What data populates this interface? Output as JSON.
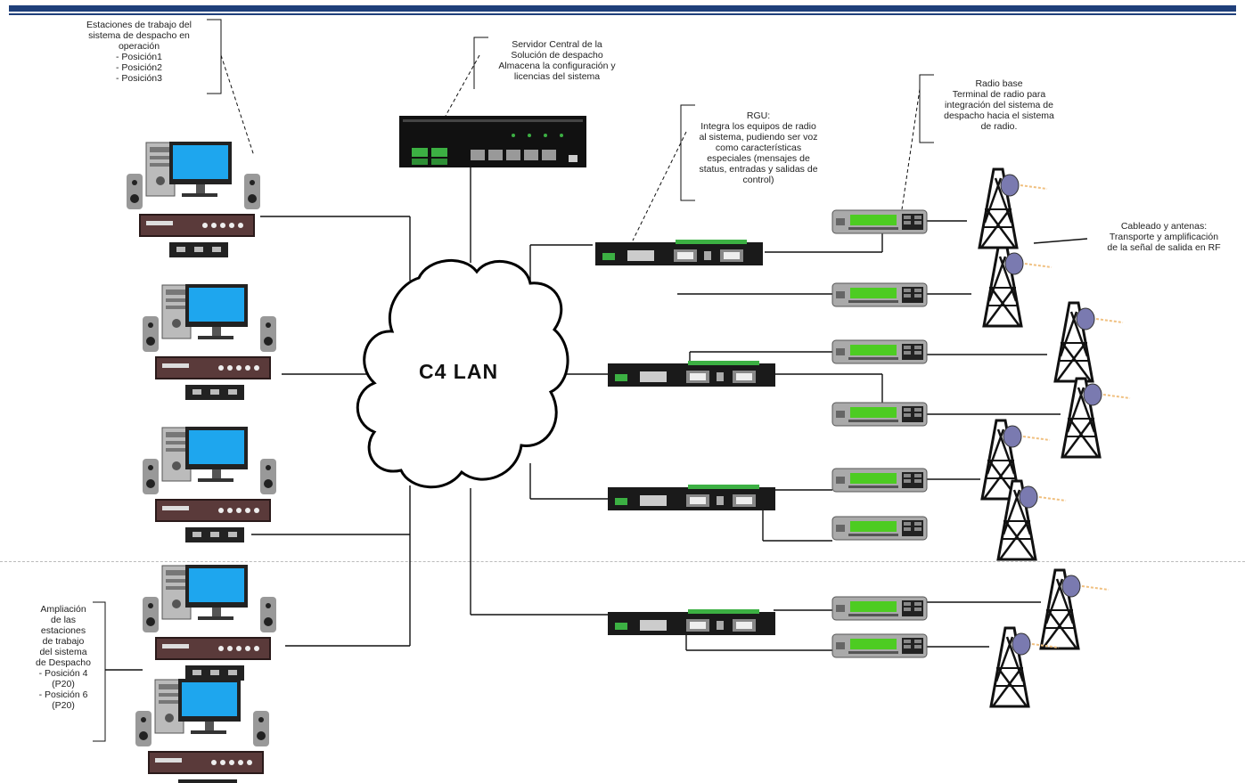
{
  "cloud": {
    "label": "C4 LAN"
  },
  "notes": {
    "workstations": "Estaciones de trabajo del\nsistema de despacho en\noperación\n- Posición1\n- Posición2\n- Posición3",
    "server": "Servidor Central de la\nSolución de despacho\nAlmacena la configuración y\nlicencias del sistema",
    "rgu": "RGU:\nIntegra los equipos de radio\nal sistema, pudiendo ser voz\ncomo características\nespeciales (mensajes de\nstatus, entradas y salidas de\ncontrol)",
    "radio_base": "Radio base\nTerminal de radio para\nintegración del sistema de\ndespacho hacia el sistema\nde radio.",
    "cabling": "Cableado y antenas:\nTransporte y amplificación\nde la señal de salida en RF",
    "expansion": "Ampliación\nde las\nestaciones\nde trabajo\ndel sistema\nde Despacho\n- Posición 4\n(P20)\n- Posición 6\n(P20)"
  }
}
